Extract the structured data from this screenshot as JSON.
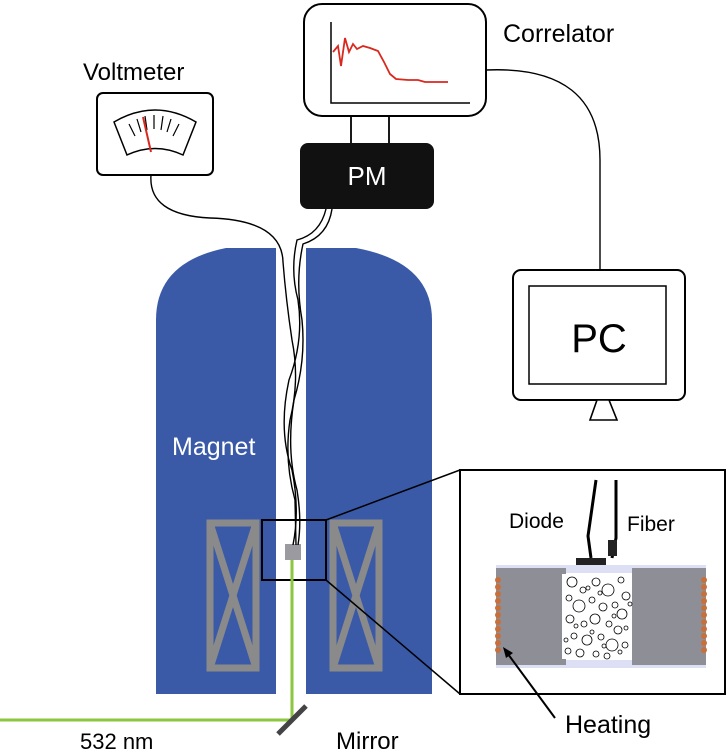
{
  "labels": {
    "voltmeter": "Voltmeter",
    "correlator": "Correlator",
    "pm": "PM",
    "pc": "PC",
    "magnet": "Magnet",
    "diode": "Diode",
    "fiber": "Fiber",
    "heating": "Heating",
    "mirror": "Mirror",
    "wavelength": "532 nm"
  },
  "colors": {
    "magnet": "#3a5aa8",
    "coil": "#8a8a8a",
    "laser": "#8dc63f",
    "trace": "#d9281e",
    "pm_box": "#111111",
    "heating_element": "#c8703c",
    "cell_body": "#8e8e96",
    "window": "#dde0f5"
  },
  "icons": {
    "voltmeter": "analog-gauge-icon",
    "correlator": "correlation-curve-icon",
    "pc": "monitor-icon",
    "mirror": "mirror-icon"
  }
}
